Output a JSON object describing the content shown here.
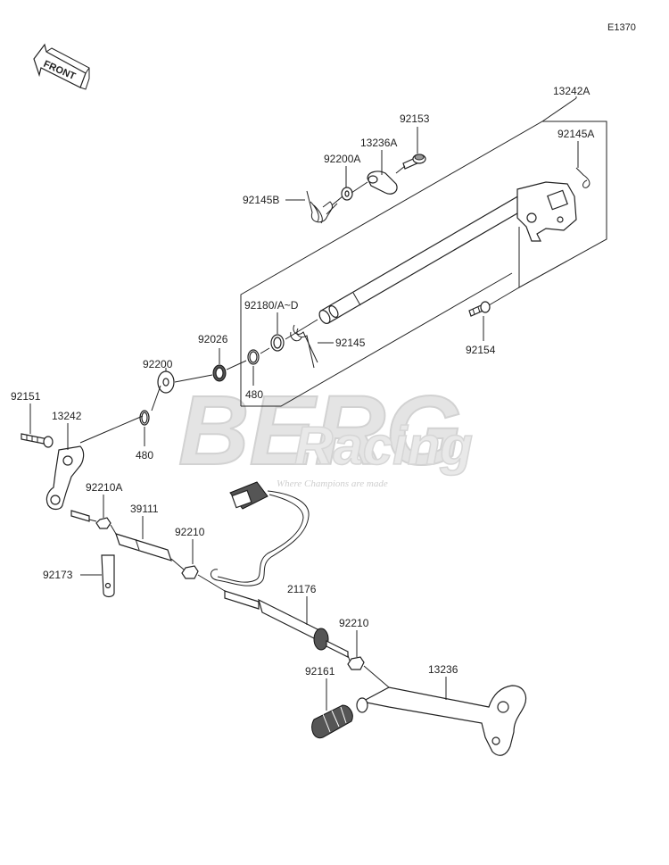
{
  "page_code": "E1370",
  "front_label": "FRONT",
  "watermark": {
    "line1": "BERG",
    "line2": "Racing",
    "tagline": "Where Champions are made"
  },
  "labels": {
    "p13242A": "13242A",
    "p92153": "92153",
    "p13236A": "13236A",
    "p92145A": "92145A",
    "p92200A": "92200A",
    "p92145B": "92145B",
    "p92180": "92180/A~D",
    "p92145": "92145",
    "p92154": "92154",
    "p92026": "92026",
    "p480a": "480",
    "p92200": "92200",
    "p92151": "92151",
    "p13242": "13242",
    "p480b": "480",
    "p92210A": "92210A",
    "p39111": "39111",
    "p92210a": "92210",
    "p92173": "92173",
    "p21176": "21176",
    "p92210b": "92210",
    "p92161": "92161",
    "p13236": "13236"
  }
}
